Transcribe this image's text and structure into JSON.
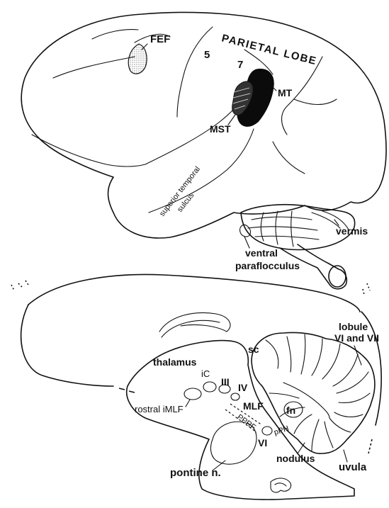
{
  "lateral_view": {
    "labels": {
      "fef": "FEF",
      "area5": "5",
      "area7": "7",
      "parietal_lobe": "PARIETAL LOBE",
      "mt": "MT",
      "mst": "MST",
      "sts_line1": "superior temporal",
      "sts_line2": "sulcus",
      "vermis": "vermis",
      "vpf_line1": "ventral",
      "vpf_line2": "paraflocculus"
    }
  },
  "sagittal_view": {
    "labels": {
      "lobule_line1": "lobule",
      "lobule_line2": "VI and VII",
      "sc": "sc",
      "thalamus": "thalamus",
      "ic": "iC",
      "nIII": "III",
      "nIV": "IV",
      "mlf": "MLF",
      "rostral_imlf": "rostral iMLF",
      "fn": "fn",
      "pprf": "PPRF",
      "nVI": "VI",
      "pph": "pPH",
      "nodulus": "nodulus",
      "uvula": "uvula",
      "pontine": "pontine n."
    }
  }
}
